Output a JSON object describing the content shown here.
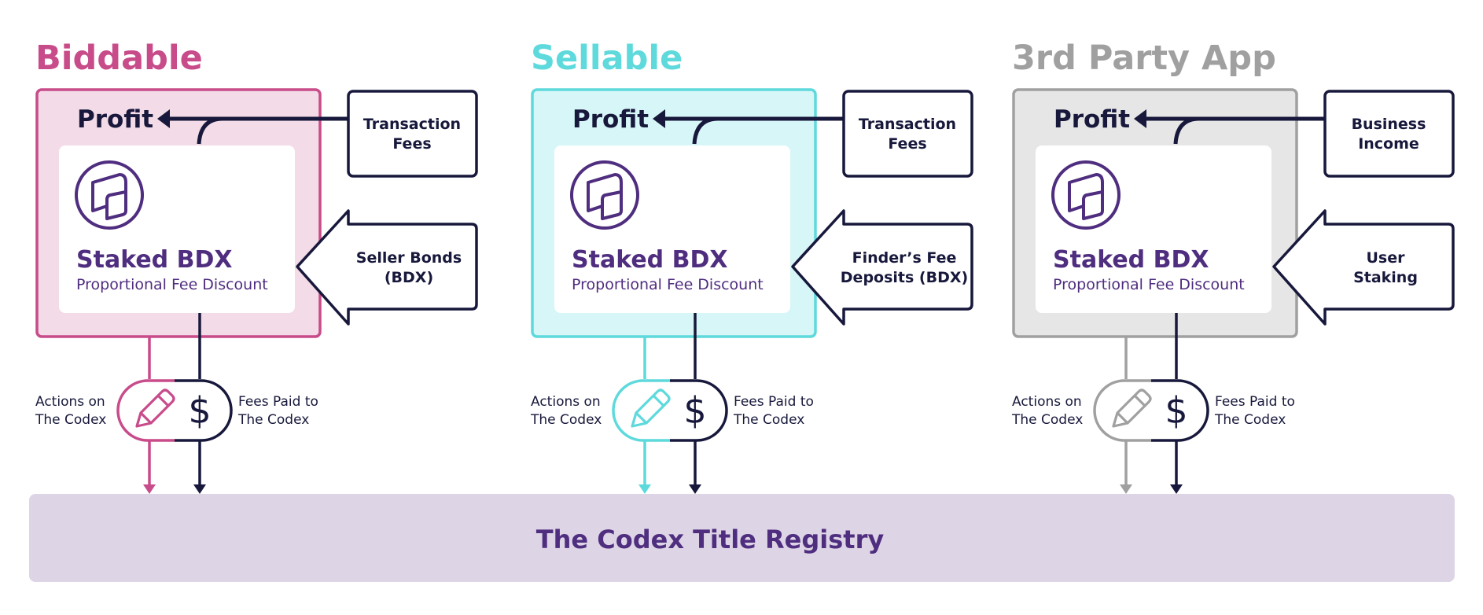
{
  "panels": [
    {
      "title": "Biddable",
      "accent": "#c84b8a",
      "fill": "#f3dbe7",
      "profit": "Profit",
      "top_box": [
        "Transaction",
        "Fees"
      ],
      "side_box": [
        "Seller Bonds",
        "(BDX)"
      ],
      "staked_title": "Staked BDX",
      "staked_subtitle": "Proportional Fee Discount",
      "actions": [
        "Actions on",
        "The Codex"
      ],
      "fees": [
        "Fees Paid to",
        "The Codex"
      ]
    },
    {
      "title": "Sellable",
      "accent": "#5ed9dc",
      "fill": "#d7f6f7",
      "profit": "Profit",
      "top_box": [
        "Transaction",
        "Fees"
      ],
      "side_box": [
        "Finder’s Fee",
        "Deposits (BDX)"
      ],
      "staked_title": "Staked BDX",
      "staked_subtitle": "Proportional Fee Discount",
      "actions": [
        "Actions on",
        "The Codex"
      ],
      "fees": [
        "Fees Paid to",
        "The Codex"
      ]
    },
    {
      "title": "3rd Party App",
      "accent": "#a0a0a0",
      "fill": "#e6e6e6",
      "profit": "Profit",
      "top_box": [
        "Business",
        "Income"
      ],
      "side_box": [
        "User",
        "Staking"
      ],
      "staked_title": "Staked BDX",
      "staked_subtitle": "Proportional Fee Discount",
      "actions": [
        "Actions on",
        "The Codex"
      ],
      "fees": [
        "Fees Paid to",
        "The Codex"
      ]
    }
  ],
  "registry": {
    "label": "The Codex Title Registry",
    "fill": "#ddd5e6"
  },
  "colors": {
    "navy": "#17183b",
    "purple": "#4f2d7f"
  },
  "icons": [
    "codex-logo-icon",
    "pencil-icon",
    "dollar-icon"
  ]
}
